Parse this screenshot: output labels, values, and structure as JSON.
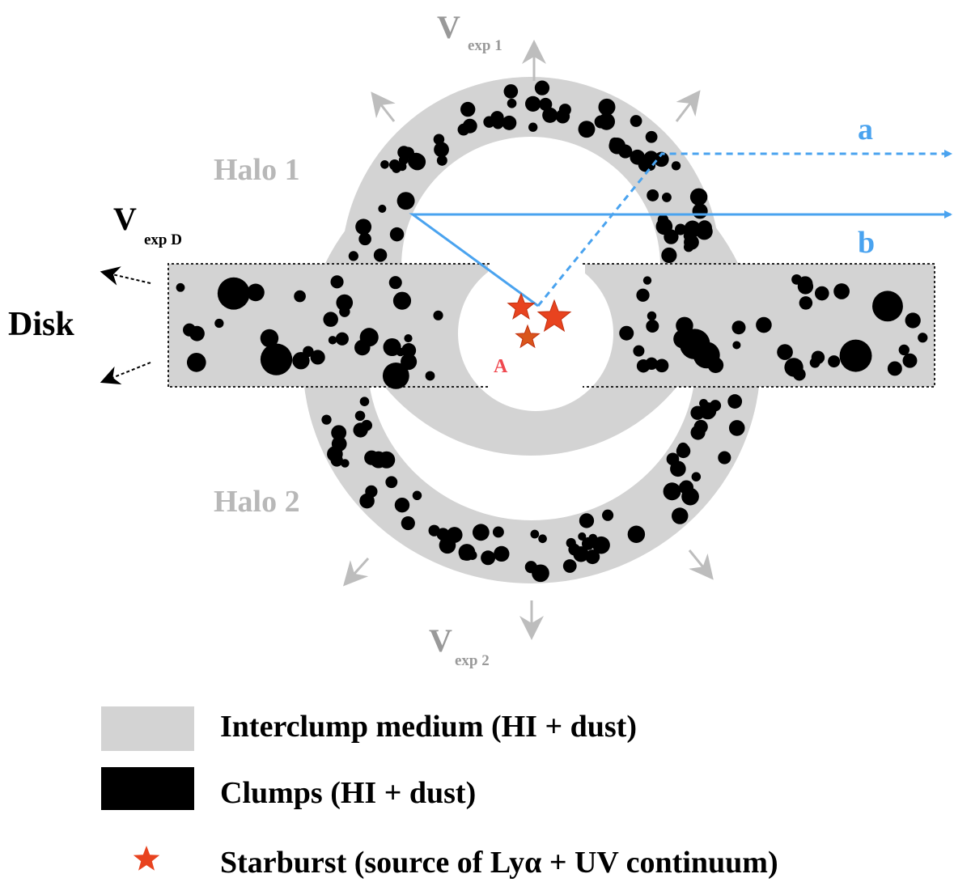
{
  "labels": {
    "vexp1_v": "V",
    "vexp1_sub": "exp 1",
    "vexp2_v": "V",
    "vexp2_sub": "exp 2",
    "vexpD_v": "V",
    "vexpD_sub": "exp D",
    "halo1": "Halo 1",
    "halo2": "Halo 2",
    "disk": "Disk",
    "ray_a": "a",
    "ray_b": "b",
    "point_A": "A"
  },
  "legend": [
    {
      "label": "Interclump medium (HI + dust)",
      "symbol": "gray-box"
    },
    {
      "label": "Clumps (HI + dust)",
      "symbol": "black-box"
    },
    {
      "label": "Starburst (source of Lyα + UV continuum)",
      "symbol": "star-icon"
    }
  ],
  "colors": {
    "interclump": "#d3d3d3",
    "clump": "#000000",
    "star": "#e8431f",
    "ray": "#4aa3ef",
    "halo_label": "#b8b8b8",
    "velocity_arrow": "#bdbdbd",
    "point_label": "#f0484f"
  }
}
